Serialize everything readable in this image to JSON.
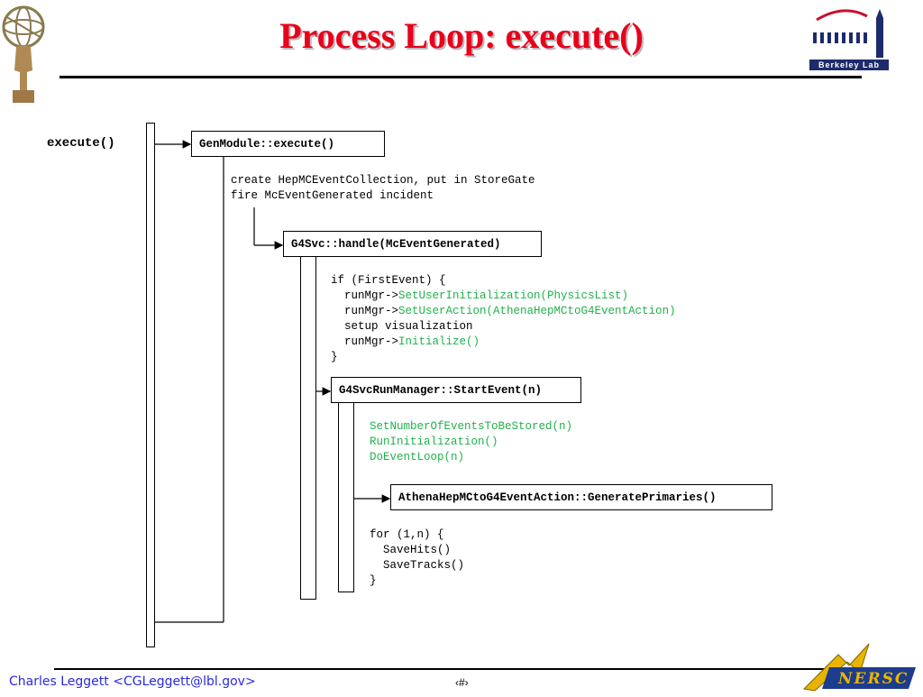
{
  "title": "Process Loop: execute()",
  "logos": {
    "left": {
      "icon": "atlas-figure-icon"
    },
    "right": {
      "icon": "berkeley-lab-logo",
      "text": "Berkeley Lab"
    },
    "bottom_right": {
      "icon": "nersc-logo",
      "text": "NERSC"
    }
  },
  "diagram": {
    "execute_label": "execute()",
    "boxes": {
      "genmodule": "GenModule::execute()",
      "g4svc": "G4Svc::handle(McEventGenerated)",
      "runmanager": "G4SvcRunManager::StartEvent(n)",
      "primaries": "AthenaHepMCtoG4EventAction::GeneratePrimaries()"
    },
    "gen_notes": {
      "line1": "create HepMCEventCollection, put in StoreGate",
      "line2": "fire McEventGenerated incident"
    },
    "first_event": {
      "open": "if (FirstEvent) {",
      "l1_prefix": "  runMgr->",
      "l1_call": "SetUserInitialization(PhysicsList)",
      "l2_prefix": "  runMgr->",
      "l2_call": "SetUserAction(AthenaHepMCtoG4EventAction)",
      "l3": "  setup visualization",
      "l4_prefix": "  runMgr->",
      "l4_call": "Initialize()",
      "close": "}"
    },
    "start_event_calls": {
      "c1": "SetNumberOfEventsToBeStored(n)",
      "c2": "RunInitialization()",
      "c3": "DoEventLoop(n)"
    },
    "save_loop": {
      "open": "for (1,n) {",
      "l1": "  SaveHits()",
      "l2": "  SaveTracks()",
      "close": "}"
    }
  },
  "footer": {
    "author": "Charles Leggett <CGLeggett@lbl.gov>",
    "page": "‹#›"
  },
  "colors": {
    "title": "#e8001c",
    "call_highlight": "#22b14c",
    "footer_text": "#2a2ae0"
  }
}
